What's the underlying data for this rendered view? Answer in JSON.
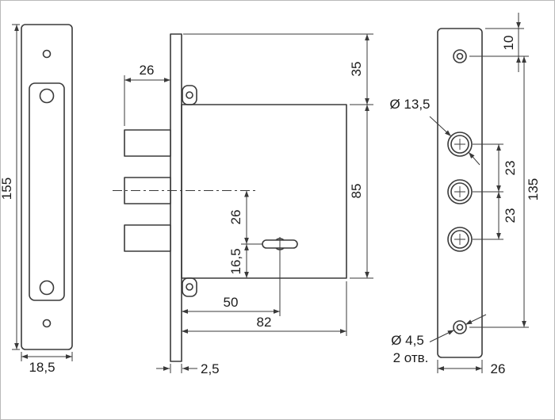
{
  "colors": {
    "line": "#3a3a3a",
    "text": "#1c1c1c",
    "background": "#ffffff"
  },
  "views": {
    "left": {
      "width": "18,5",
      "height": "155"
    },
    "middle": {
      "bolt_length": "26",
      "top_offset": "35",
      "body_height": "85",
      "keyhole_to_centerline": "26",
      "keyhole_to_bottom": "16,5",
      "keyhole_offset": "50",
      "body_depth": "82",
      "faceplate_thickness": "2,5"
    },
    "right": {
      "top_hole_offset": "10",
      "bolt_hole_diameter": "Ø 13,5",
      "hole_spacing_upper": "23",
      "hole_spacing_lower": "23",
      "screw_hole_span": "135",
      "screw_hole_diameter": "Ø 4,5",
      "screw_hole_count": "2 отв.",
      "width": "26"
    }
  }
}
